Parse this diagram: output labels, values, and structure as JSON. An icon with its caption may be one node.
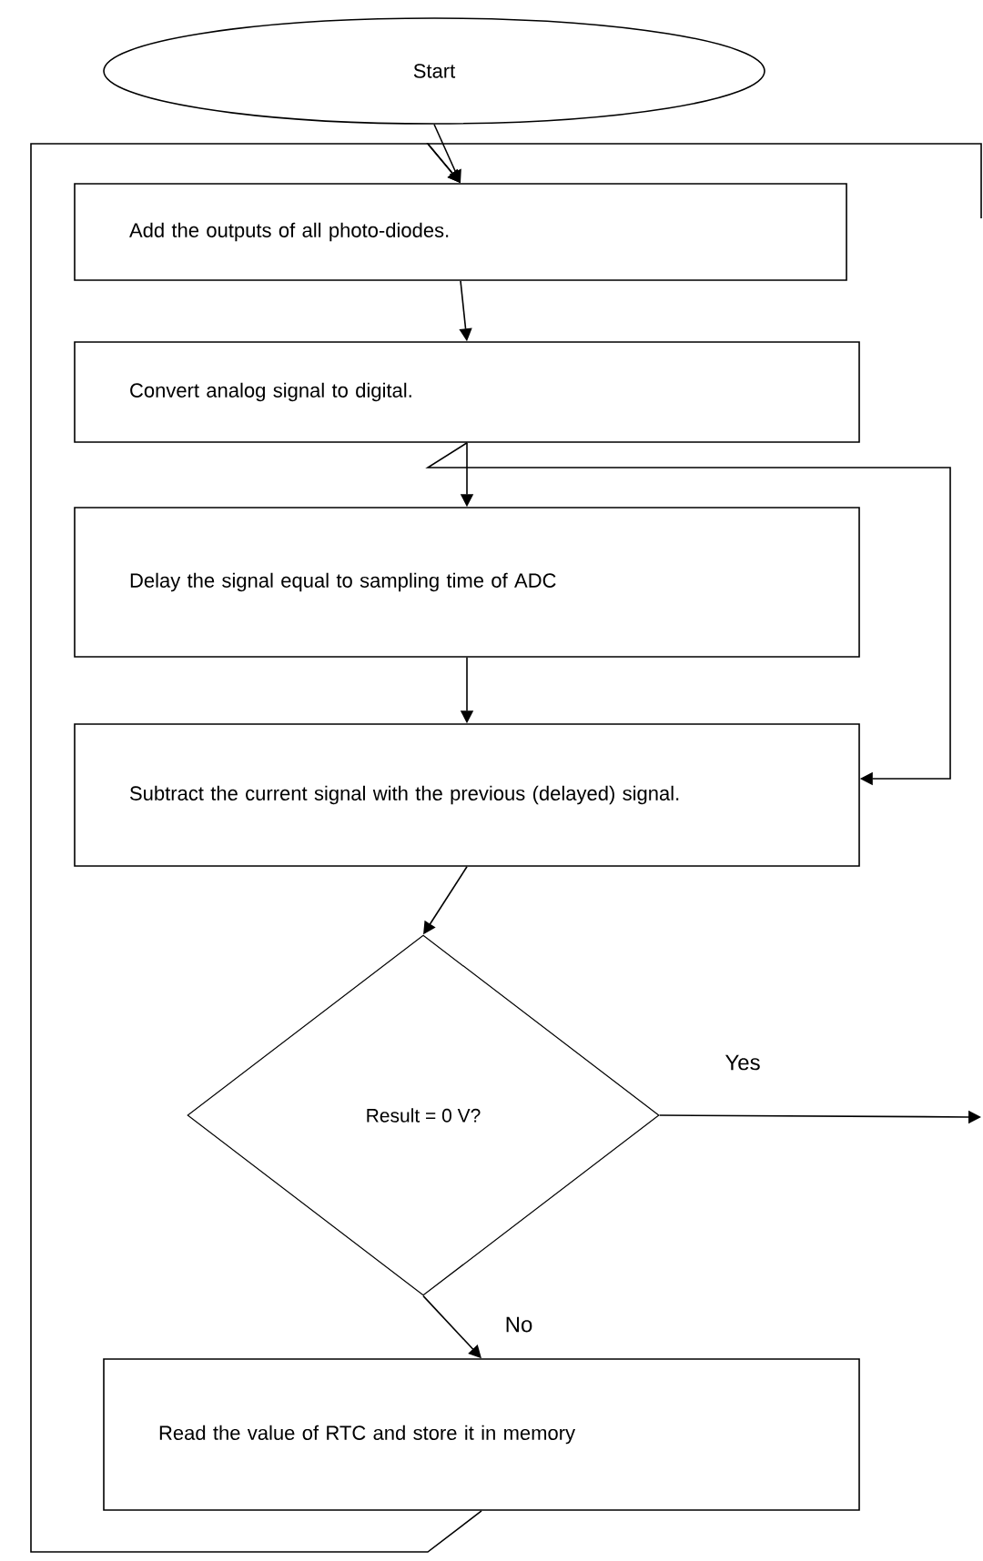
{
  "diagram": {
    "nodes": [
      {
        "text": [
          "Start"
        ]
      },
      {
        "text": [
          "Add the outputs of all photo-diodes."
        ]
      },
      {
        "text": [
          "Convert analog signal to digital."
        ]
      },
      {
        "text": [
          "Delay the signal equal to sampling time of ADC"
        ]
      },
      {
        "text": [
          "Subtract the current signal with the previous (delayed) signal."
        ]
      },
      {
        "text": [
          "Result = 0 V?"
        ]
      },
      {
        "text": [
          "Read the value of RTC and store it in memory"
        ]
      }
    ],
    "edges": [
      {
        "from": 0,
        "to": 1,
        "arrow": "to"
      },
      {
        "from": 1,
        "to": 2,
        "arrow": "to"
      },
      {
        "from": 2,
        "to": 3,
        "arrow": "to"
      },
      {
        "from": 2,
        "to": 4,
        "arrow": "to"
      },
      {
        "from": 3,
        "to": 4,
        "arrow": "to"
      },
      {
        "from": 4,
        "to": 5,
        "arrow": "to"
      },
      {
        "from": 5,
        "to": null,
        "arrow": "to",
        "label": "Yes"
      },
      {
        "from": 5,
        "to": 6,
        "arrow": "to",
        "label": "No"
      },
      {
        "from": 6,
        "to": 1,
        "arrow": "to"
      },
      {
        "from": null,
        "to": 1,
        "arrow": "to"
      }
    ]
  }
}
